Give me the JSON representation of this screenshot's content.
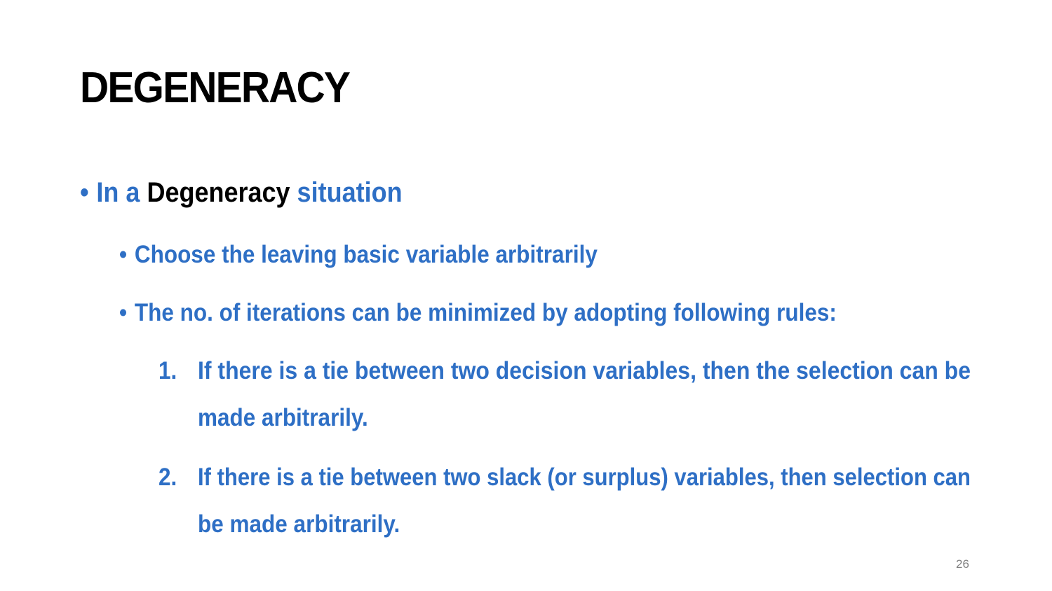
{
  "slide": {
    "title": "DEGENERACY",
    "bullet1": {
      "prefix": "In a ",
      "emphasis": "Degeneracy",
      "suffix": " situation"
    },
    "sub_bullets": [
      "Choose the leaving basic variable arbitrarily",
      "The no. of iterations can be minimized by adopting following rules:"
    ],
    "rules": [
      {
        "number": "1.",
        "line1": "If there is a tie between two decision variables, then the selection can be",
        "line2": "made arbitrarily."
      },
      {
        "number": "2.",
        "line1": "If there is a tie between two slack (or surplus) variables, then selection can",
        "line2": "be made arbitrarily."
      }
    ],
    "page_number": "26"
  },
  "colors": {
    "accent_blue": "#2E6FC5",
    "title_black": "#000000",
    "page_number_gray": "#808080"
  }
}
